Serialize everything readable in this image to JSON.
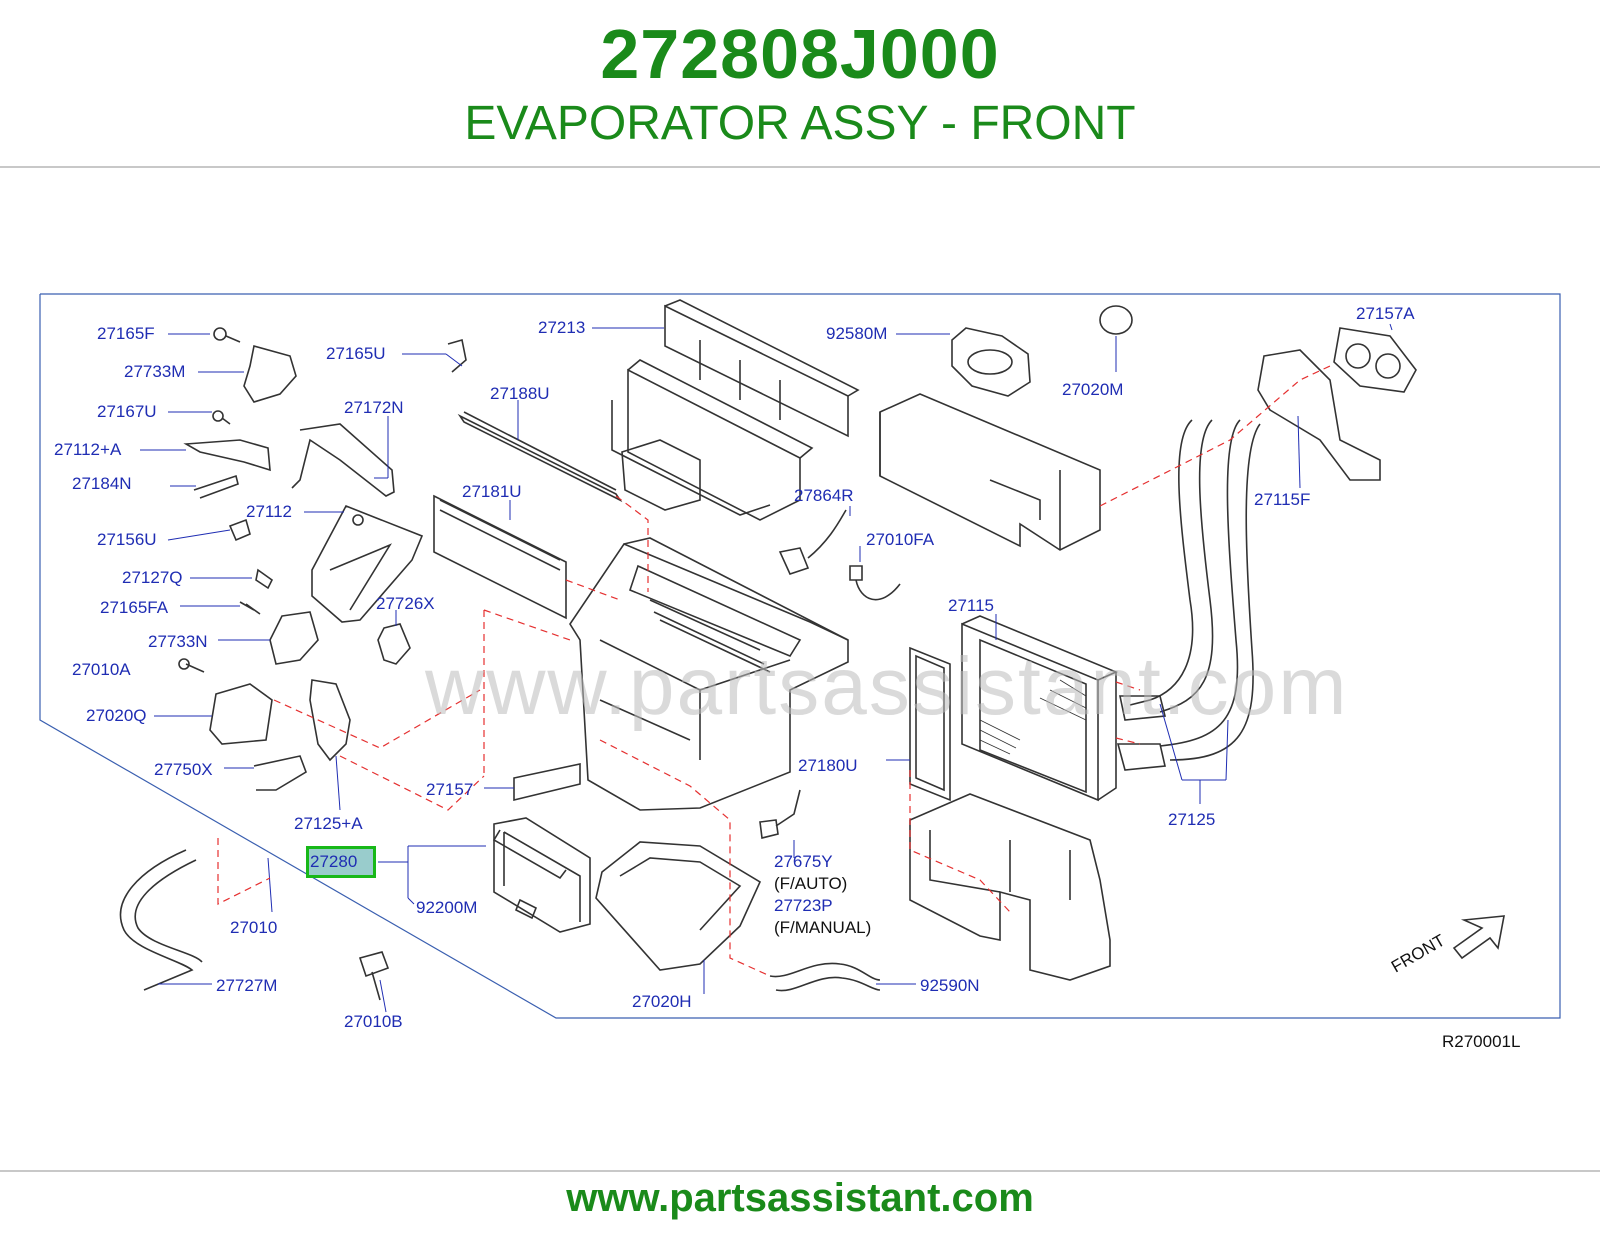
{
  "header": {
    "part_number": "272808J000",
    "part_name": "EVAPORATOR ASSY - FRONT"
  },
  "footer": {
    "url": "www.partsassistant.com"
  },
  "watermark": "www.partsassistant.com",
  "diagram": {
    "ref_code": "R270001L",
    "front_label": "FRONT",
    "highlighted_part": "27280",
    "highlight_color": "#18b818",
    "labels": {
      "l27165F": "27165F",
      "l27733M": "27733M",
      "l27165U": "27165U",
      "l27213": "27213",
      "l92580M": "92580M",
      "l27157A": "27157A",
      "l27167U": "27167U",
      "l27172N": "27172N",
      "l27188U": "27188U",
      "l27020M": "27020M",
      "l27112A": "27112+A",
      "l27184N": "27184N",
      "l27112": "27112",
      "l27181U": "27181U",
      "l27864R": "27864R",
      "l27115F": "27115F",
      "l27156U": "27156U",
      "l27010FA": "27010FA",
      "l27127Q": "27127Q",
      "l27165FA": "27165FA",
      "l27726X": "27726X",
      "l27115": "27115",
      "l27733N": "27733N",
      "l27010A": "27010A",
      "l27020Q": "27020Q",
      "l27750X": "27750X",
      "l27180U": "27180U",
      "l27157": "27157",
      "l27125A": "27125+A",
      "l27125": "27125",
      "l27675Y": "27675Y",
      "lFAUTO": "(F/AUTO)",
      "l27723P": "27723P",
      "lFMANUAL": "(F/MANUAL)",
      "l27010": "27010",
      "l92200M": "92200M",
      "l27727M": "27727M",
      "l27010B": "27010B",
      "l27020H": "27020H",
      "l92590N": "92590N"
    }
  }
}
